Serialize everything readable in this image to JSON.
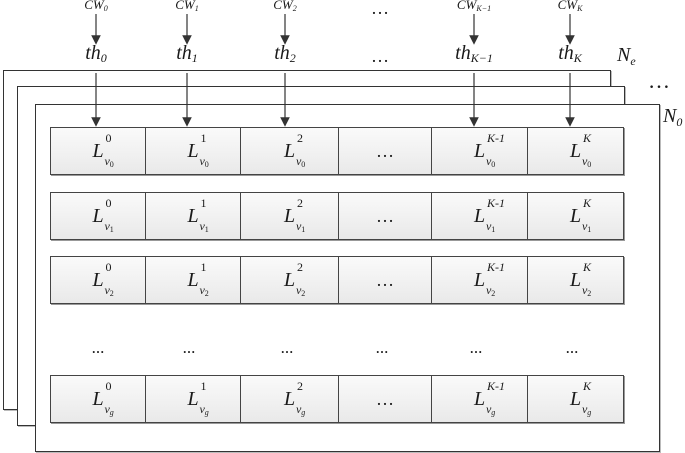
{
  "columns": [
    {
      "cw": "CW",
      "cw_sub": "0",
      "th": "th",
      "th_sub": "0",
      "sup": "0"
    },
    {
      "cw": "CW",
      "cw_sub": "1",
      "th": "th",
      "th_sub": "1",
      "sup": "1"
    },
    {
      "cw": "CW",
      "cw_sub": "2",
      "th": "th",
      "th_sub": "2",
      "sup": "2"
    },
    {
      "ellipsis": "…"
    },
    {
      "cw": "CW",
      "cw_sub": "K−1",
      "th": "th",
      "th_sub": "K−1",
      "sup": "K-1"
    },
    {
      "cw": "CW",
      "cw_sub": "K",
      "th": "th",
      "th_sub": "K",
      "sup": "K"
    }
  ],
  "rows": [
    {
      "v_sub": "0"
    },
    {
      "v_sub": "1"
    },
    {
      "v_sub": "2"
    },
    {
      "v_sub": "g"
    }
  ],
  "cell_symbol": "L",
  "cell_var": "v",
  "ellipsis": "…",
  "row_ellipsis": "...",
  "label_Ne": {
    "main": "N",
    "sub": "e"
  },
  "label_N0": {
    "main": "N",
    "sub": "0"
  },
  "stack_dots": "…"
}
